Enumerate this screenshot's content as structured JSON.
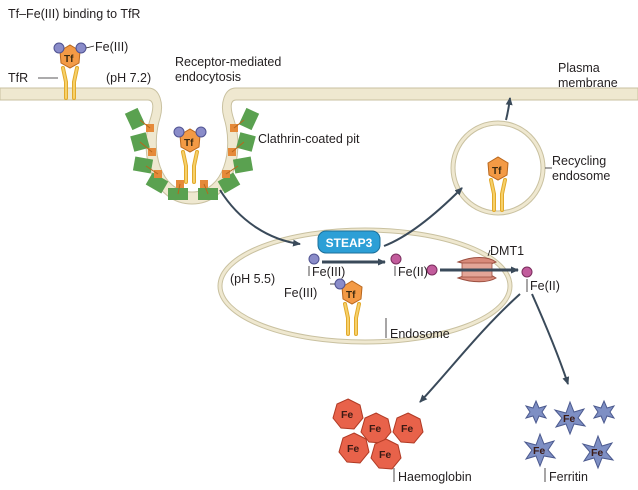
{
  "labels": {
    "title": "Tf–Fe(III) binding to TfR",
    "fe3_top": "Fe(III)",
    "tfr": "TfR",
    "ph72": "(pH 7.2)",
    "rme_line1": "Receptor-mediated",
    "rme_line2": "endocytosis",
    "plasma_line1": "Plasma",
    "plasma_line2": "membrane",
    "clathrin": "Clathrin-coated pit",
    "recycling_line1": "Recycling",
    "recycling_line2": "endosome",
    "steap3": "STEAP3",
    "dmt1": "DMT1",
    "ph55": "(pH 5.5)",
    "fe3_endo": "Fe(III)",
    "fe2_endo": "Fe(II)",
    "fe3_tf": "Fe(III)",
    "fe2_cyto": "Fe(II)",
    "endosome": "Endosome",
    "haemoglobin": "Haemoglobin",
    "ferritin": "Ferritin",
    "tf": "Tf",
    "fe": "Fe"
  },
  "colors": {
    "membrane": "#efe8d0",
    "membrane_edge": "#c9c1a0",
    "receptor": "#f2c04a",
    "transferrin": "#f39a45",
    "iron_fe3": "#8a8cc9",
    "iron_fe2": "#c25c9c",
    "clathrin_green": "#5aa150",
    "clathrin_orange": "#e58a3a",
    "steap3": "#2c9fd6",
    "dmt1": "#d98a7a",
    "haemoglobin": "#e8624a",
    "ferritin": "#7e8fc4",
    "arrow": "#3a4a5a"
  }
}
